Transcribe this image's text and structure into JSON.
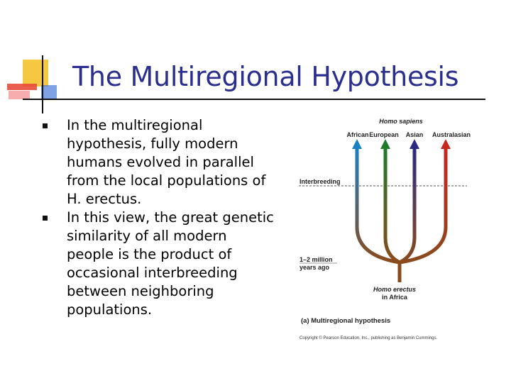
{
  "title": "The Multiregional Hypothesis",
  "bullets": [
    "In the multiregional hypothesis, fully modern humans evolved in parallel from the local populations of H. erectus.",
    "In this view, the great genetic similarity of all modern people is the product of occasional interbreeding between neighboring populations."
  ],
  "diagram": {
    "top_label": "Homo sapiens",
    "lineages": [
      {
        "name": "African",
        "color": "#1b7fc4"
      },
      {
        "name": "European",
        "color": "#1f7a2a"
      },
      {
        "name": "Asian",
        "color": "#2b2a80"
      },
      {
        "name": "Australasian",
        "color": "#c8261f"
      }
    ],
    "interbreeding_label": "Interbreeding",
    "time_label_line1": "1–2 million",
    "time_label_line2": "years ago",
    "root_label_line1": "Homo erectus",
    "root_label_line2": "in Africa",
    "caption": "(a) Multiregional hypothesis",
    "copyright": "Copyright © Pearson Education, Inc., publishing as Benjamin Cummings.",
    "root_color": "#8a4a1c"
  },
  "colors": {
    "title": "#2a2f8f",
    "logo_yellow": "#f5c842",
    "logo_red": "#e84a3a",
    "logo_blue": "#3a6fd8"
  }
}
